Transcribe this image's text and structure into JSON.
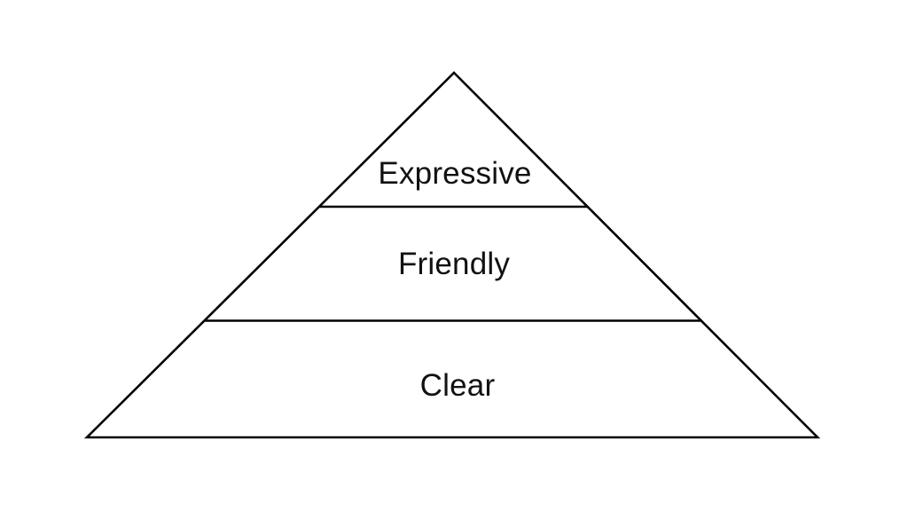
{
  "diagram": {
    "type": "pyramid",
    "tiers": [
      {
        "label": "Expressive",
        "position": "top"
      },
      {
        "label": "Friendly",
        "position": "middle"
      },
      {
        "label": "Clear",
        "position": "bottom"
      }
    ],
    "colors": {
      "stroke": "#000000",
      "text": "#111111",
      "background": "#ffffff"
    }
  }
}
